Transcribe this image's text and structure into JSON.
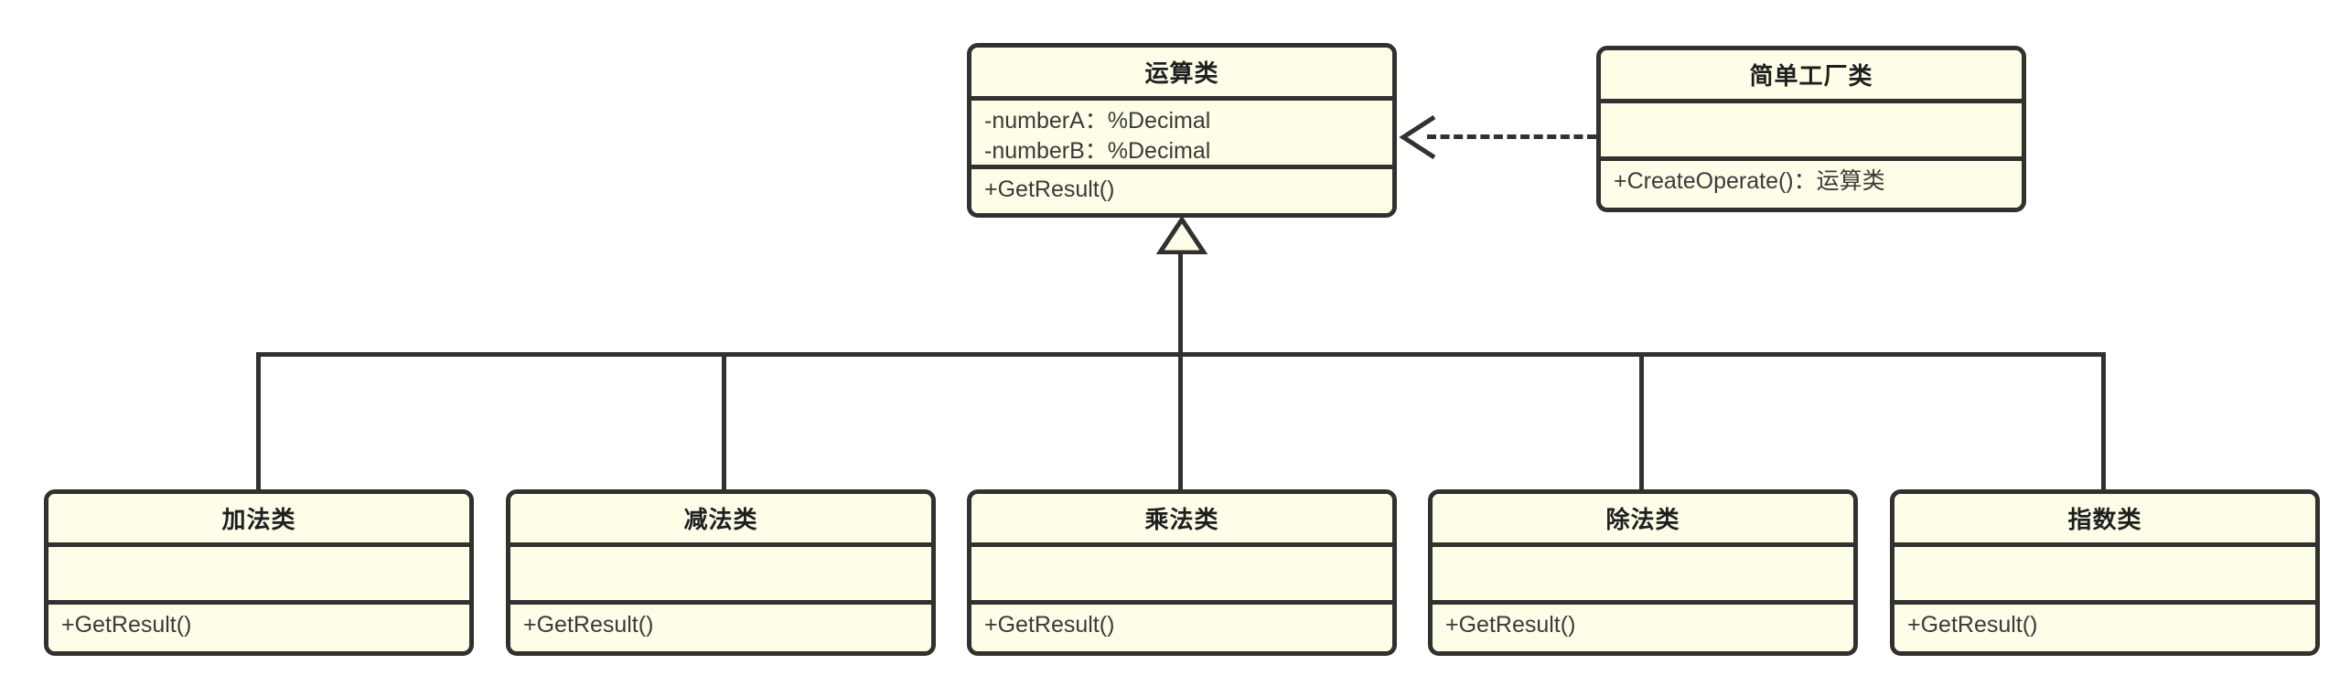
{
  "diagram": {
    "kind": "uml-class-diagram",
    "title_text": "",
    "colors": {
      "box_fill": "#fdfde8",
      "box_border": "#31312f",
      "text": "#1f1f1f",
      "member_text": "#3a3a3a",
      "connector": "#31312f",
      "canvas": "#ffffff"
    }
  },
  "classes": {
    "operation": {
      "name": "运算类",
      "attributes": [
        "-numberA：%Decimal",
        "-numberB：%Decimal"
      ],
      "operations": [
        "+GetResult()"
      ]
    },
    "factory": {
      "name": "简单工厂类",
      "attributes": [],
      "operations": [
        "+CreateOperate()：运算类"
      ]
    },
    "add": {
      "name": "加法类",
      "attributes": [],
      "operations": [
        "+GetResult()"
      ]
    },
    "sub": {
      "name": "减法类",
      "attributes": [],
      "operations": [
        "+GetResult()"
      ]
    },
    "mul": {
      "name": "乘法类",
      "attributes": [],
      "operations": [
        "+GetResult()"
      ]
    },
    "div": {
      "name": "除法类",
      "attributes": [],
      "operations": [
        "+GetResult()"
      ]
    },
    "pow": {
      "name": "指数类",
      "attributes": [],
      "operations": [
        "+GetResult()"
      ]
    }
  },
  "relations": {
    "dependency": {
      "label": "",
      "from": "简单工厂类",
      "to": "运算类",
      "style": "dashed",
      "arrow": "open"
    },
    "generalization": {
      "label": "",
      "from": [
        "加法类",
        "减法类",
        "乘法类",
        "除法类",
        "指数类"
      ],
      "to": "运算类",
      "style": "solid",
      "arrow": "hollow-triangle"
    }
  }
}
